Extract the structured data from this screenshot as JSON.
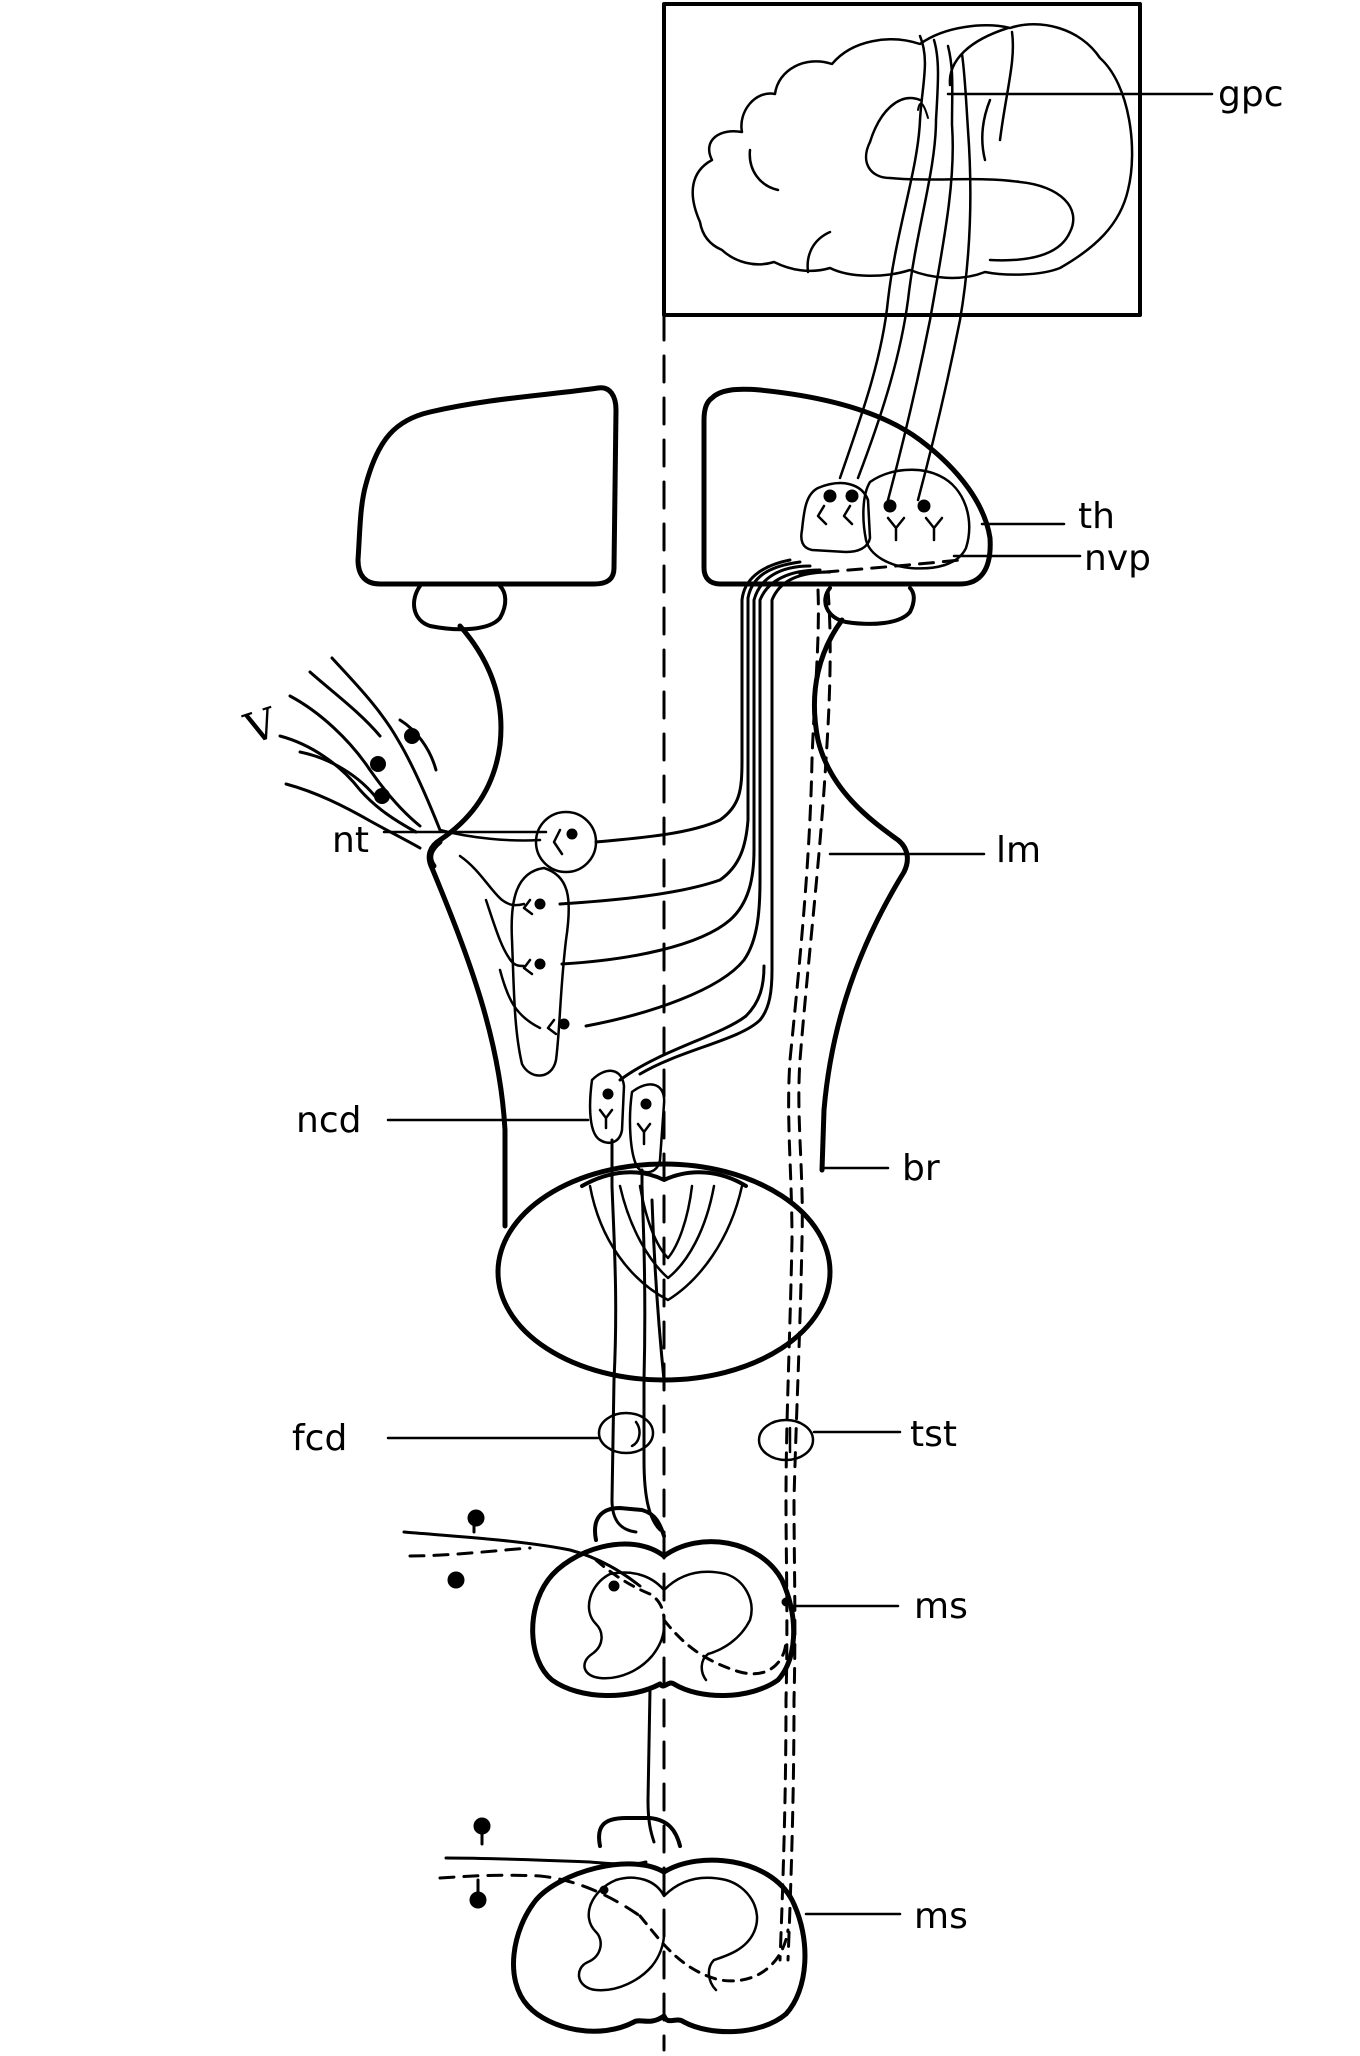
{
  "labels": {
    "gpc": "gpc",
    "th": "th",
    "nvp": "nvp",
    "roman_v": "V",
    "nt": "nt",
    "lm": "lm",
    "ncd": "ncd",
    "br": "br",
    "fcd": "fcd",
    "tst": "tst",
    "ms_upper": "ms",
    "ms_lower": "ms"
  },
  "colors": {
    "ink": "#000000",
    "paper": "#ffffff"
  }
}
